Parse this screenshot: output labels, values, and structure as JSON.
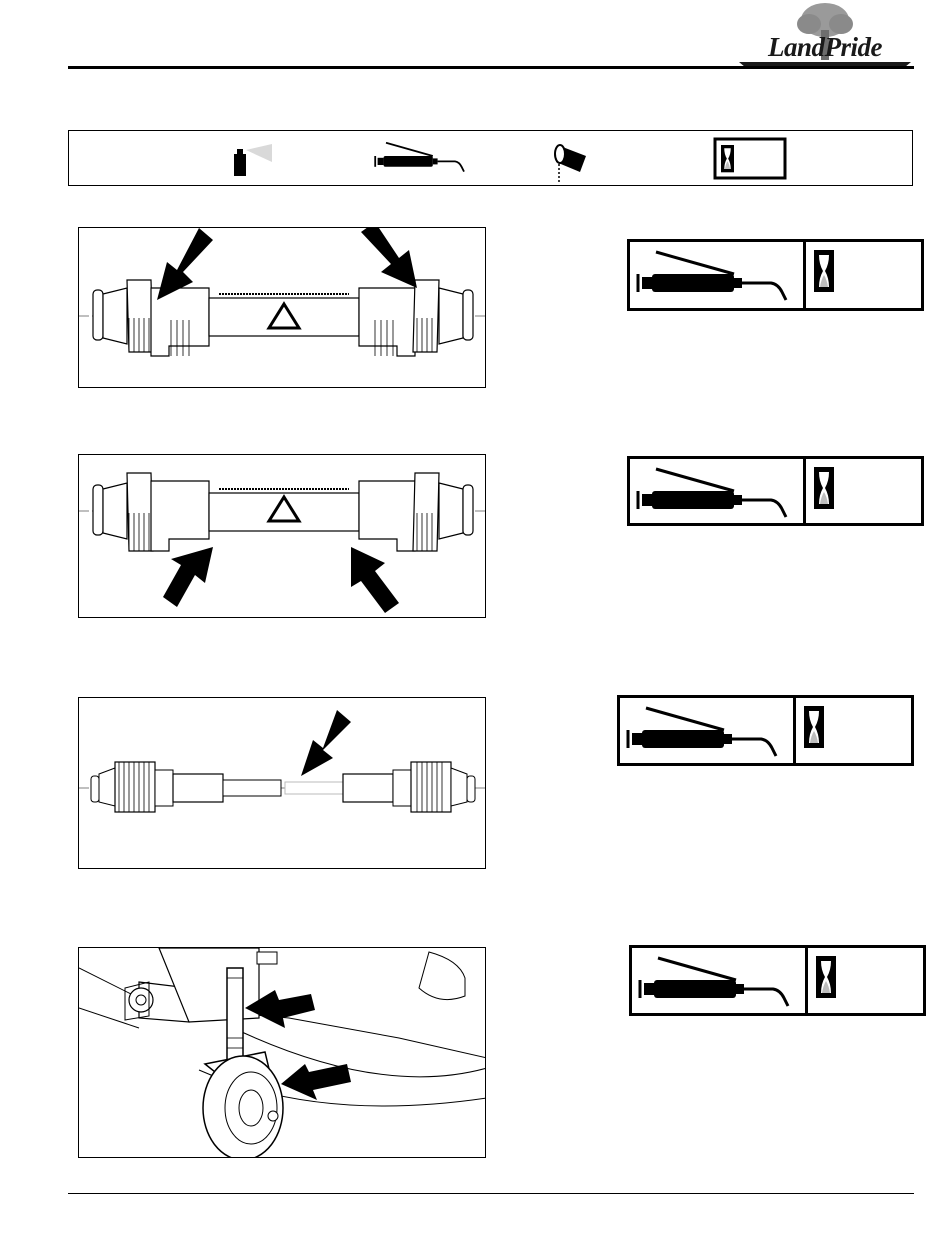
{
  "brand": {
    "logo_text": "LandPride"
  },
  "legend": {
    "icons": [
      "spray-can-icon",
      "grease-gun-icon",
      "oil-can-icon",
      "hourglass-icon"
    ]
  },
  "sections": [
    {
      "figure": "driveline-cross-joints",
      "badge_icons": [
        "grease-gun-icon",
        "hourglass-icon"
      ]
    },
    {
      "figure": "driveline-slip-clutch",
      "badge_icons": [
        "grease-gun-icon",
        "hourglass-icon"
      ]
    },
    {
      "figure": "driveline-telescoping-tubes",
      "badge_icons": [
        "grease-gun-icon",
        "hourglass-icon"
      ]
    },
    {
      "figure": "caster-wheel-assembly",
      "badge_icons": [
        "grease-gun-icon",
        "hourglass-icon"
      ]
    }
  ],
  "colors": {
    "ink": "#000000",
    "paper": "#ffffff",
    "hourglass_sand": "#bdbdbd",
    "logo_tree": "#9a9a9a"
  }
}
